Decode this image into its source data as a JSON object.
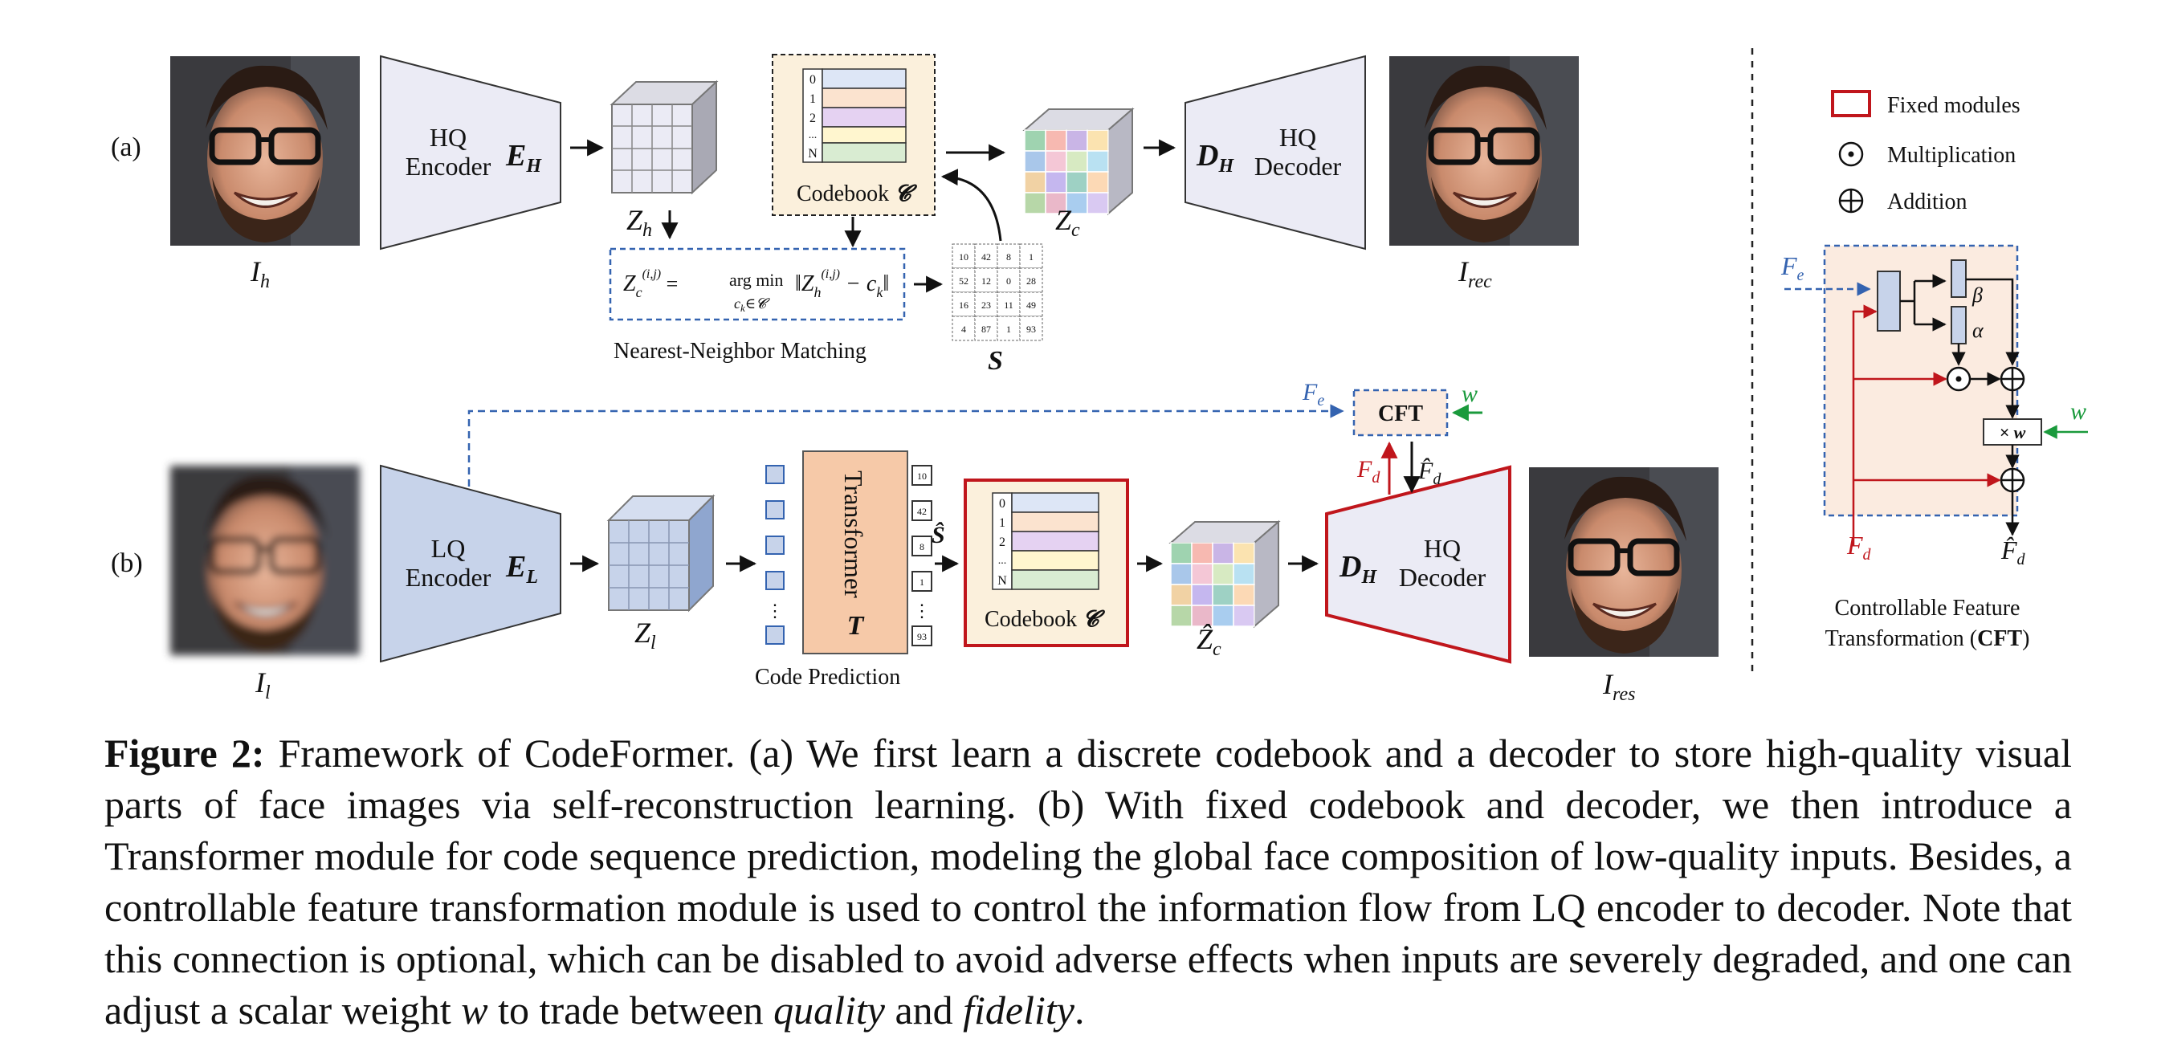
{
  "labels": {
    "row_a": "(a)",
    "row_b": "(b)",
    "I_h": "I",
    "I_h_sub": "h",
    "I_rec": "I",
    "I_rec_sub": "rec",
    "I_l": "I",
    "I_l_sub": "l",
    "I_res": "I",
    "I_res_sub": "res",
    "hq_encoder": [
      "HQ",
      "Encoder"
    ],
    "E_H": "E",
    "E_H_sub": "H",
    "hq_decoder": [
      "HQ",
      "Decoder"
    ],
    "D_H": "D",
    "D_H_sub": "H",
    "lq_encoder": [
      "LQ",
      "Encoder"
    ],
    "E_L": "E",
    "E_L_sub": "L",
    "Z_h": "Z",
    "Z_h_sub": "h",
    "Z_c": "Z",
    "Z_c_sub": "c",
    "Z_l": "Z",
    "Z_l_sub": "l",
    "Zhat_c": "Ẑ",
    "Zhat_c_sub": "c",
    "codebook": "Codebook",
    "codebook_sym": "𝓒",
    "codebook_rows": [
      "0",
      "1",
      "2",
      "...",
      "N"
    ],
    "nn_matching": "Nearest-Neighbor Matching",
    "nn_formula_lhs": "Z",
    "nn_formula_argmin": "arg min",
    "nn_formula_under": "c",
    "S": "S",
    "S_hat": "Ŝ",
    "s_matrix": [
      [
        "10",
        "42",
        "8",
        "1"
      ],
      [
        "52",
        "12",
        "0",
        "28"
      ],
      [
        "16",
        "23",
        "11",
        "49"
      ],
      [
        "4",
        "87",
        "1",
        "93"
      ]
    ],
    "transformer": "Transformer",
    "T": "T",
    "code_prediction": "Code Prediction",
    "code_tokens": [
      "10",
      "42",
      "8",
      "1",
      "⋮",
      "93"
    ],
    "cft": "CFT",
    "F_e": "F",
    "F_e_sub": "e",
    "F_d": "F",
    "F_d_sub": "d",
    "Fhat_d": "F̂",
    "Fhat_d_sub": "d",
    "w": "w",
    "times_w": "× w",
    "beta": "β",
    "alpha": "α"
  },
  "legend": {
    "fixed_modules": "Fixed modules",
    "multiplication": "Multiplication",
    "addition": "Addition"
  },
  "cft_panel": {
    "title_line1": "Controllable Feature",
    "title_line2": "Transformation (",
    "title_bold": "CFT",
    "title_end": ")"
  },
  "caption": {
    "label": "Figure 2:",
    "text1": " Framework of CodeFormer. (a) We first learn a discrete codebook and a decoder to store high-quality visual parts of face images via self-reconstruction learning. (b) With fixed codebook and decoder, we then introduce a Transformer module for code sequence prediction, modeling the global face composition of low-quality inputs. Besides, a controllable feature transformation module is used to control the information flow from LQ encoder to decoder. Note that this connection is optional, which can be disabled to avoid adverse effects when inputs are severely degraded, and one can adjust a scalar weight ",
    "w": "w",
    "text2": " to trade between ",
    "quality": "quality",
    "and": " and ",
    "fidelity": "fidelity",
    "end": "."
  },
  "colors": {
    "hq_module": "#ebebf5",
    "lq_module": "#c7d3ea",
    "codebook_bg": "#fbf0dc",
    "cft_bg": "#fbebe0",
    "transformer": "#f6c9a8",
    "fixed_red": "#c0161c",
    "blue_dash": "#3463b0",
    "green_w": "#1a9a3c"
  }
}
